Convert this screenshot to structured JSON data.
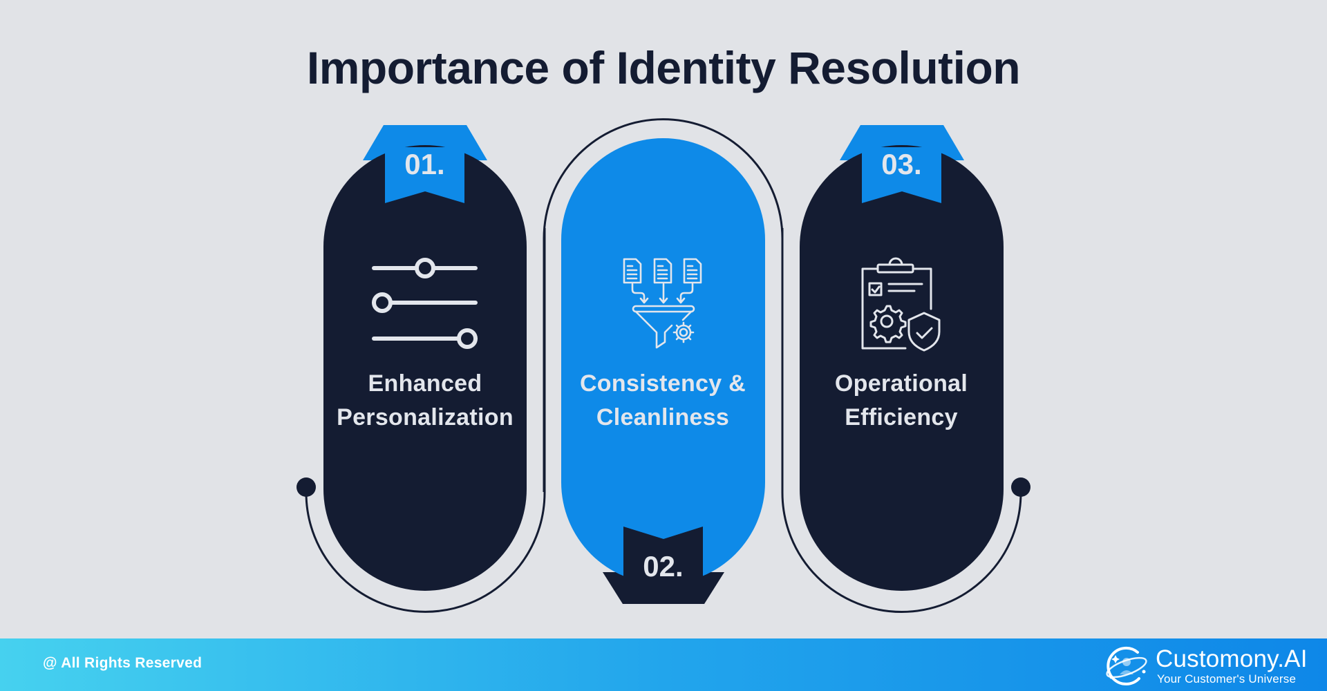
{
  "title": "Importance of Identity Resolution",
  "colors": {
    "background": "#e1e3e7",
    "dark": "#141c32",
    "blue": "#0e8ae8",
    "text_light": "#e3e6ec"
  },
  "steps": [
    {
      "number": "01.",
      "label_line1": "Enhanced",
      "label_line2": "Personalization",
      "icon": "sliders-icon",
      "pill_color": "#141c32",
      "ribbon_color": "#0e8ae8",
      "ribbon_position": "top"
    },
    {
      "number": "02.",
      "label_line1": "Consistency &",
      "label_line2": "Cleanliness",
      "icon": "data-funnel-icon",
      "pill_color": "#0e8ae8",
      "ribbon_color": "#141c32",
      "ribbon_position": "bottom"
    },
    {
      "number": "03.",
      "label_line1": "Operational",
      "label_line2": "Efficiency",
      "icon": "clipboard-gear-shield-icon",
      "pill_color": "#141c32",
      "ribbon_color": "#0e8ae8",
      "ribbon_position": "top"
    }
  ],
  "footer": {
    "rights": "@ All Rights Reserved",
    "brand": "Customony.AI",
    "tagline": "Your Customer's Universe",
    "gradient": [
      "#46d1ef",
      "#22a5ec",
      "#0e87e8"
    ]
  }
}
